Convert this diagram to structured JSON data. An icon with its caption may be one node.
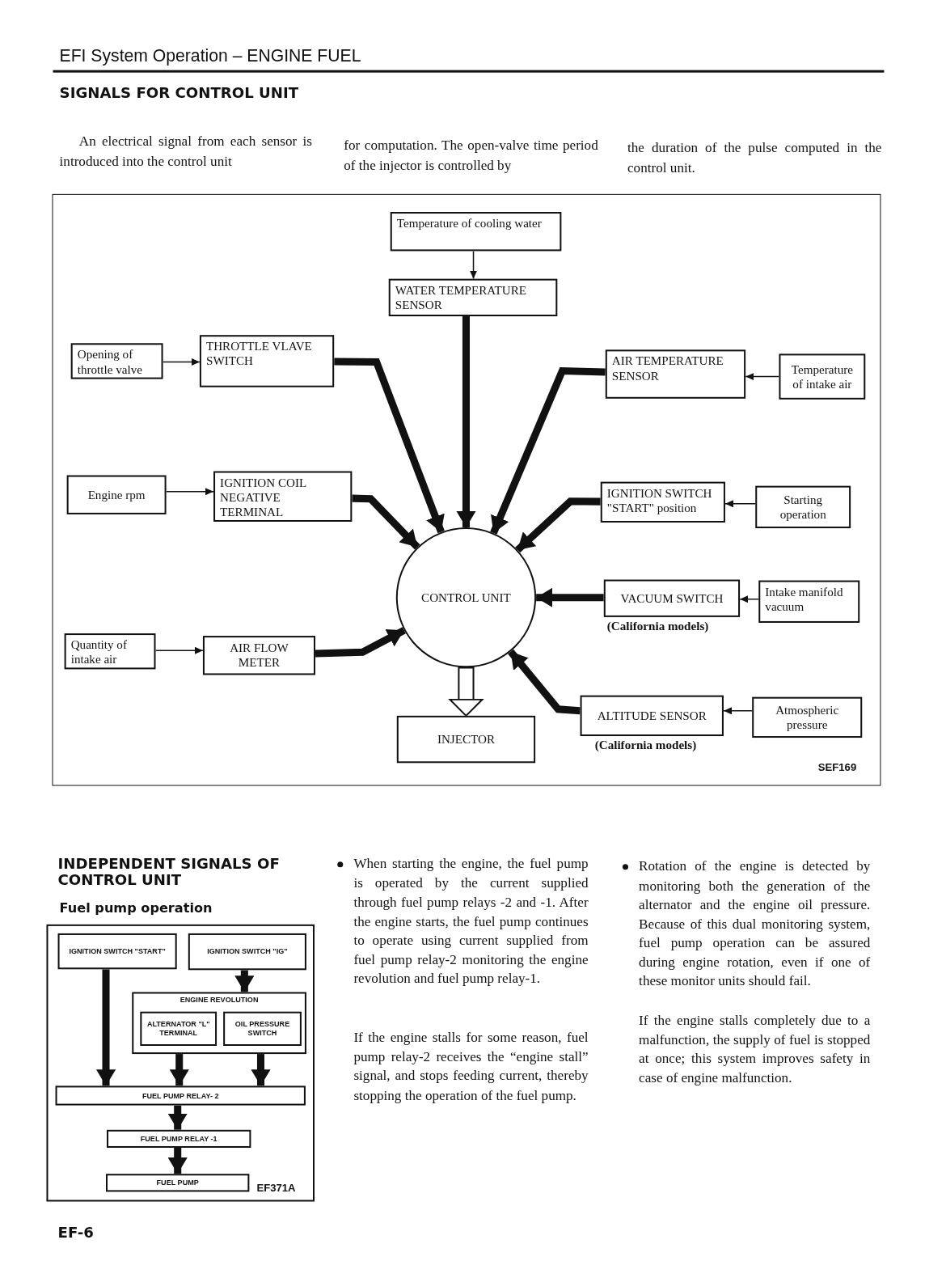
{
  "diagram": {
    "title": "EFI System Operation – ENGINE FUEL",
    "nodes": [
      {
        "text": [
          "Temperature of cooling water"
        ]
      },
      {
        "text": [
          "WATER TEMPERATURE SENSOR"
        ]
      },
      {
        "text": [
          "Opening of throttle valve"
        ]
      },
      {
        "text": [
          "THROTTLE VLAVE SWITCH"
        ]
      },
      {
        "text": [
          "AIR TEMPERATURE SENSOR"
        ]
      },
      {
        "text": [
          "Temperature of intake air"
        ]
      },
      {
        "text": [
          "Engine rpm"
        ]
      },
      {
        "text": [
          "IGNITION COIL NEGATIVE TERMINAL"
        ]
      },
      {
        "text": [
          "IGNITION SWITCH \"START\" position"
        ]
      },
      {
        "text": [
          "Starting operation"
        ]
      },
      {
        "text": [
          "CONTROL UNIT"
        ]
      },
      {
        "text": [
          "VACUUM SWITCH"
        ],
        "beside": [
          "(California models)"
        ]
      },
      {
        "text": [
          "Intake manifold vacuum"
        ]
      },
      {
        "text": [
          "Quantity of intake air"
        ]
      },
      {
        "text": [
          "AIR FLOW METER"
        ]
      },
      {
        "text": [
          "ALTITUDE SENSOR"
        ],
        "beside": [
          "(California models)"
        ]
      },
      {
        "text": [
          "Atmospheric pressure"
        ]
      },
      {
        "text": [
          "INJECTOR"
        ]
      },
      {
        "text": [
          "IGNITION SWITCH \"START\""
        ]
      },
      {
        "text": [
          "IGNITION SWITCH \"IG\""
        ]
      },
      {
        "text": [
          "ENGINE REVOLUTION"
        ]
      },
      {
        "text": [
          "ALTERNATOR \"L\" TERMINAL"
        ],
        "in": 20
      },
      {
        "text": [
          "OIL PRESSURE SWITCH"
        ],
        "in": 20
      },
      {
        "text": [
          "FUEL PUMP RELAY- 2"
        ]
      },
      {
        "text": [
          "FUEL PUMP RELAY -1"
        ]
      },
      {
        "text": [
          "FUEL PUMP"
        ]
      }
    ],
    "edges": [
      {
        "from": 0,
        "to": 1,
        "arrow": "to"
      },
      {
        "from": 1,
        "to": 10,
        "arrow": "to"
      },
      {
        "from": 2,
        "to": 3,
        "arrow": "to"
      },
      {
        "from": 3,
        "to": 10,
        "arrow": "to"
      },
      {
        "from": 5,
        "to": 4,
        "arrow": "to"
      },
      {
        "from": 4,
        "to": 10,
        "arrow": "to"
      },
      {
        "from": 6,
        "to": 7,
        "arrow": "to"
      },
      {
        "from": 7,
        "to": 10,
        "arrow": "to"
      },
      {
        "from": 9,
        "to": 8,
        "arrow": "to"
      },
      {
        "from": 8,
        "to": 10,
        "arrow": "to"
      },
      {
        "from": 12,
        "to": 11,
        "arrow": "to"
      },
      {
        "from": 11,
        "to": 10,
        "arrow": "to"
      },
      {
        "from": 13,
        "to": 14,
        "arrow": "to"
      },
      {
        "from": 14,
        "to": 10,
        "arrow": "to"
      },
      {
        "from": 16,
        "to": 15,
        "arrow": "to"
      },
      {
        "from": 15,
        "to": 10,
        "arrow": "to"
      },
      {
        "from": 10,
        "to": 17,
        "arrow": "to"
      },
      {
        "from": 18,
        "to": 23,
        "arrow": "to"
      },
      {
        "from": 19,
        "to": 20,
        "arrow": "to"
      },
      {
        "from": 21,
        "to": 23,
        "arrow": "to"
      },
      {
        "from": 22,
        "to": 23,
        "arrow": "to"
      },
      {
        "from": 23,
        "to": 24,
        "arrow": "to"
      },
      {
        "from": 24,
        "to": 25,
        "arrow": "to"
      }
    ],
    "labels": [
      "SIGNALS FOR CONTROL UNIT",
      "An electrical signal from each sensor is introduced into the control unit",
      "for computation. The open-valve time period of the injector is controlled by",
      "the duration of the pulse computed in the control unit.",
      "SEF169",
      "INDEPENDENT SIGNALS OF CONTROL UNIT",
      "Fuel pump operation",
      "EF371A",
      "When starting the engine, the fuel pump is operated by the current supplied through fuel pump relays -2 and -1. After the engine starts, the fuel pump continues to operate using current supplied from fuel pump relay-2 monitoring the engine revolution and fuel pump relay-1.",
      "If the engine stalls for some reason, fuel pump relay-2 receives the “engine stall” signal, and stops feeding current, thereby stopping the operation of the fuel pump.",
      "Rotation of the engine is detected by monitoring both the generation of the alternator and the engine oil pressure. Because of this dual monitoring system, fuel pump operation can be assured during engine rotation, even if one of these monitor units should fail.",
      "If the engine stalls completely due to a malfunction, the supply of fuel is stopped at once; this system improves safety in case of engine malfunction.",
      "EF-6"
    ]
  }
}
